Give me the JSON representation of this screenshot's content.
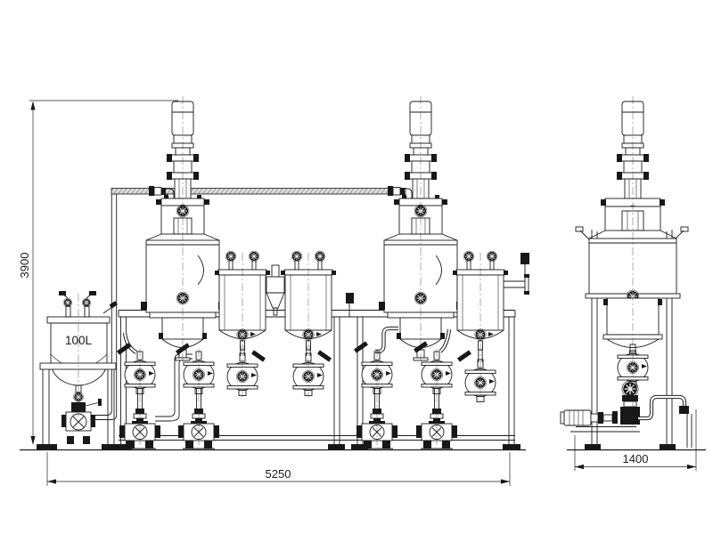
{
  "drawing": {
    "type": "engineering-diagram",
    "view": "front-elevation-process-skid",
    "colors": {
      "background": "#ffffff",
      "line": "#1b1b1b",
      "pipe_hatch": "#b5b5b5"
    },
    "dimensions": {
      "overall_height": "3900",
      "overall_length": "5250",
      "right_unit_length": "1400"
    },
    "labels": {
      "feed_tank_volume": "100L"
    },
    "equipment": [
      "feed-tank-100l",
      "agitated-vessel-1",
      "agitated-vessel-2",
      "agitated-vessel-3",
      "agitator-motor-1",
      "agitator-motor-2",
      "agitator-motor-3",
      "filter-tank-1",
      "filter-tank-2",
      "filter-tank-3",
      "hopper-funnel",
      "catch-pot-1",
      "catch-pot-2",
      "catch-pot-3",
      "catch-pot-4",
      "catch-pot-5",
      "catch-pot-6",
      "catch-pot-7",
      "pump-1",
      "pump-2",
      "pump-3",
      "pump-4",
      "horizontal-pump",
      "top-transfer-pipe",
      "riser-pipe",
      "skid-frame",
      "right-unit-frame"
    ]
  }
}
